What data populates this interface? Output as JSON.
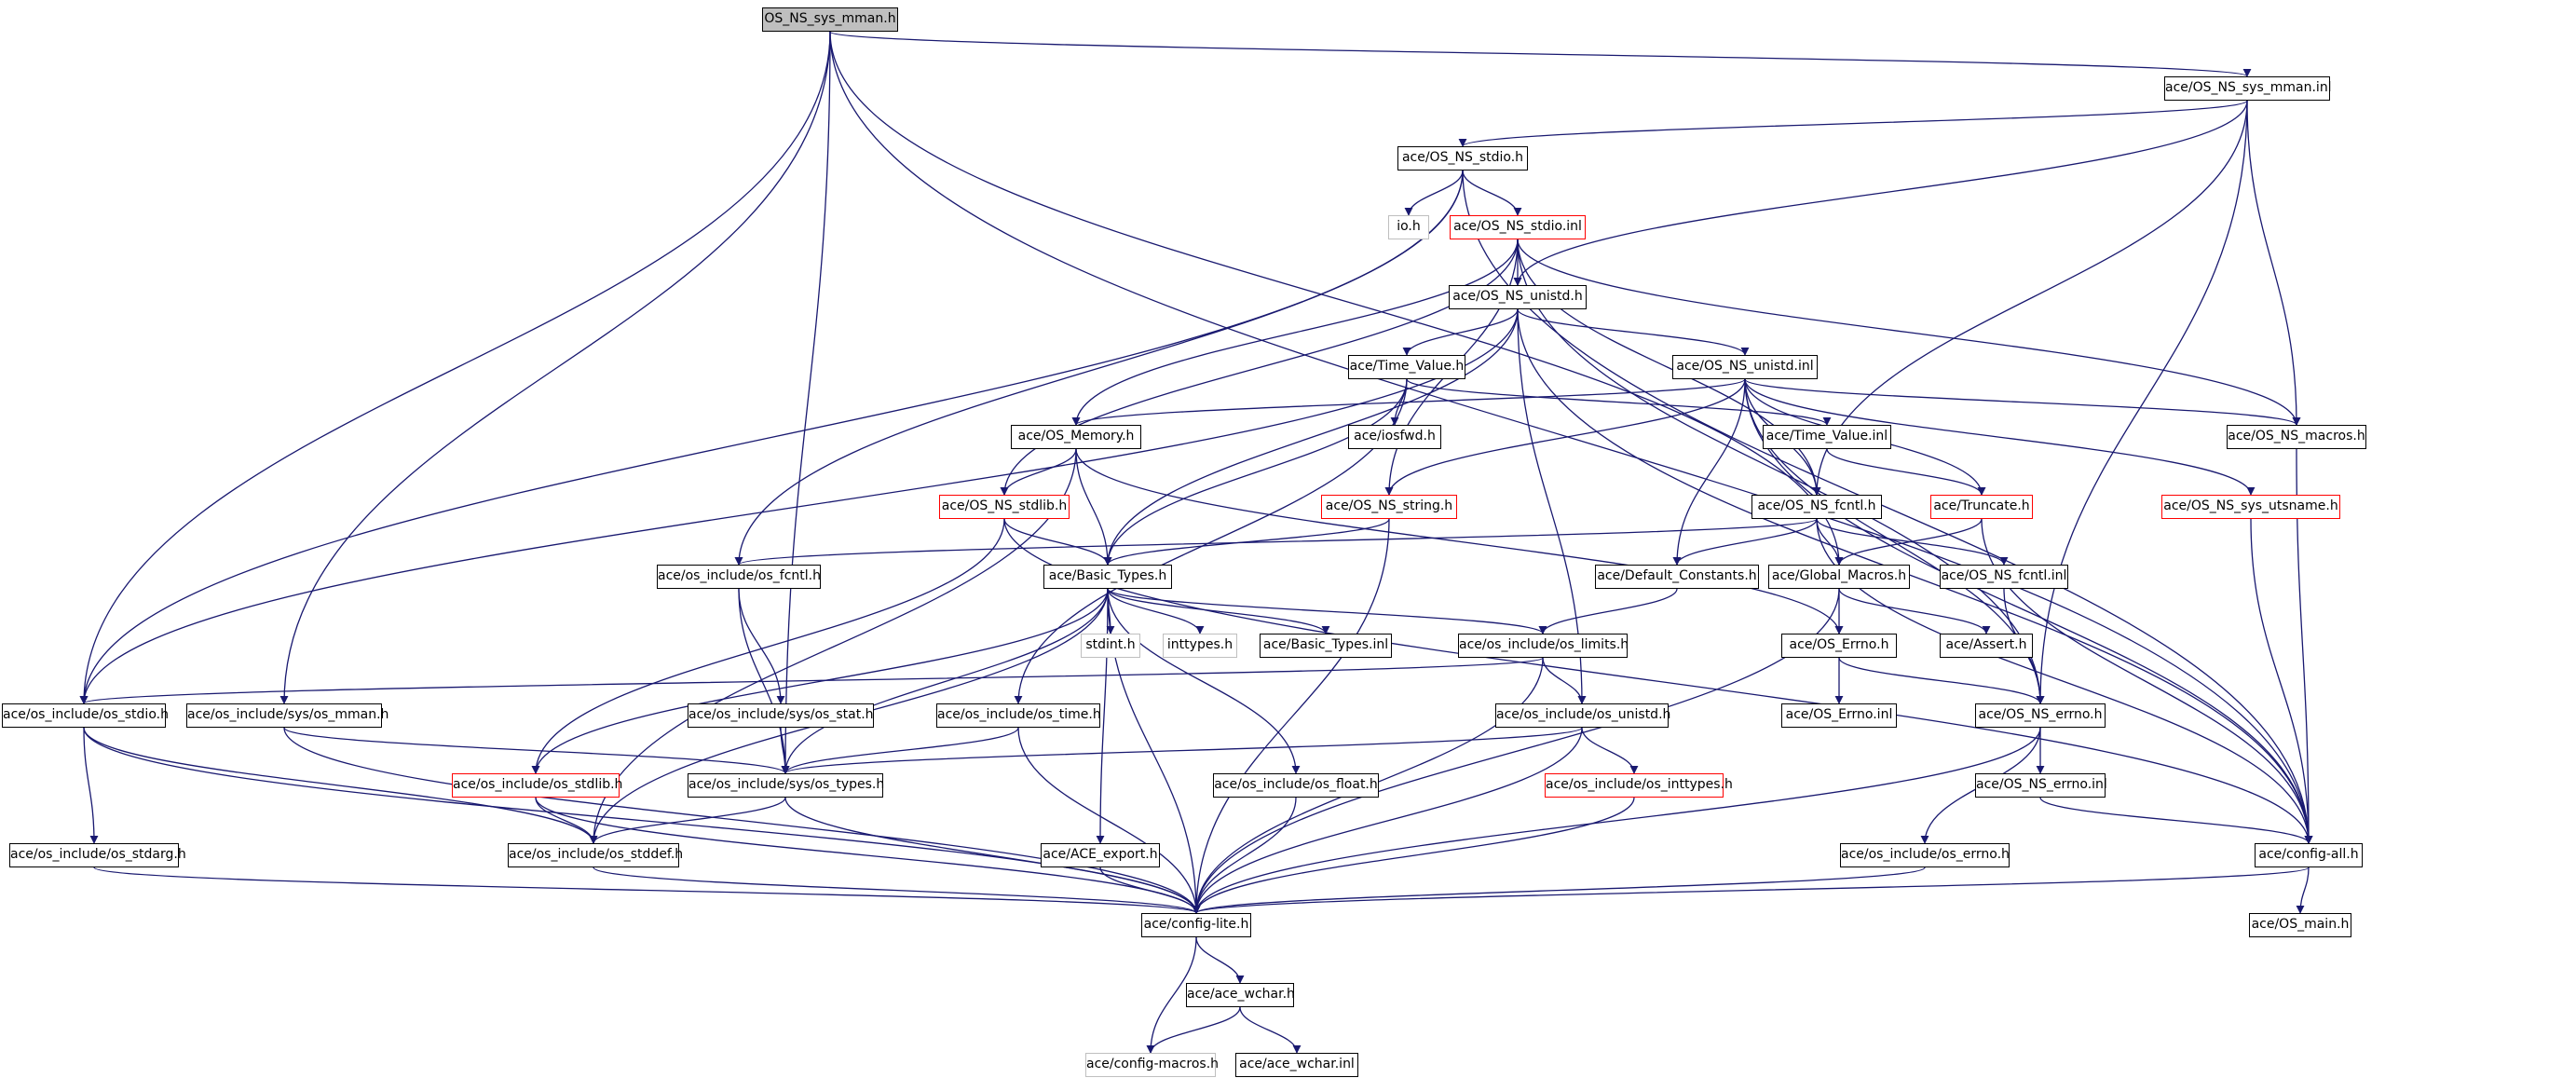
{
  "colors": {
    "edge": "#191970",
    "node_border": "#000000",
    "truncated_border": "#ff0000",
    "external_border": "#bfbfbf",
    "root_fill": "#bfbfbf"
  },
  "nodes": {
    "root": "OS_NS_sys_mman.h",
    "sys_mman_inl": "ace/OS_NS_sys_mman.inl",
    "stdio_h": "ace/OS_NS_stdio.h",
    "io_h": "io.h",
    "stdio_inl": "ace/OS_NS_stdio.inl",
    "unistd_h": "ace/OS_NS_unistd.h",
    "time_value_h": "ace/Time_Value.h",
    "unistd_inl": "ace/OS_NS_unistd.inl",
    "iosfwd_h": "ace/iosfwd.h",
    "os_memory_h": "ace/OS_Memory.h",
    "time_value_inl": "ace/Time_Value.inl",
    "os_ns_macros_h": "ace/OS_NS_macros.h",
    "os_ns_stdlib_h": "ace/OS_NS_stdlib.h",
    "os_ns_string_h": "ace/OS_NS_string.h",
    "os_ns_fcntl_h": "ace/OS_NS_fcntl.h",
    "truncate_h": "ace/Truncate.h",
    "sys_utsname_h": "ace/OS_NS_sys_utsname.h",
    "oi_fcntl_h": "ace/os_include/os_fcntl.h",
    "basic_types_h": "ace/Basic_Types.h",
    "default_constants_h": "ace/Default_Constants.h",
    "global_macros_h": "ace/Global_Macros.h",
    "os_ns_fcntl_inl": "ace/OS_NS_fcntl.inl",
    "stdint_h": "stdint.h",
    "inttypes_h": "inttypes.h",
    "basic_types_inl": "ace/Basic_Types.inl",
    "oi_limits_h": "ace/os_include/os_limits.h",
    "os_errno_h": "ace/OS_Errno.h",
    "assert_h": "ace/Assert.h",
    "oi_stdio_h": "ace/os_include/os_stdio.h",
    "oi_sys_mman_h": "ace/os_include/sys/os_mman.h",
    "oi_sys_stat_h": "ace/os_include/sys/os_stat.h",
    "oi_time_h": "ace/os_include/os_time.h",
    "oi_unistd_h": "ace/os_include/os_unistd.h",
    "os_errno_inl": "ace/OS_Errno.inl",
    "os_ns_errno_h": "ace/OS_NS_errno.h",
    "oi_stdlib_h": "ace/os_include/os_stdlib.h",
    "oi_sys_types_h": "ace/os_include/sys/os_types.h",
    "oi_float_h": "ace/os_include/os_float.h",
    "oi_inttypes_h": "ace/os_include/os_inttypes.h",
    "os_ns_errno_inl": "ace/OS_NS_errno.inl",
    "oi_stdarg_h": "ace/os_include/os_stdarg.h",
    "oi_stddef_h": "ace/os_include/os_stddef.h",
    "ace_export_h": "ace/ACE_export.h",
    "oi_errno_h": "ace/os_include/os_errno.h",
    "config_all_h": "ace/config-all.h",
    "config_lite_h": "ace/config-lite.h",
    "os_main_h": "ace/OS_main.h",
    "ace_wchar_h": "ace/ace_wchar.h",
    "config_macros_h": "ace/config-macros.h",
    "ace_wchar_inl": "ace/ace_wchar.inl"
  }
}
